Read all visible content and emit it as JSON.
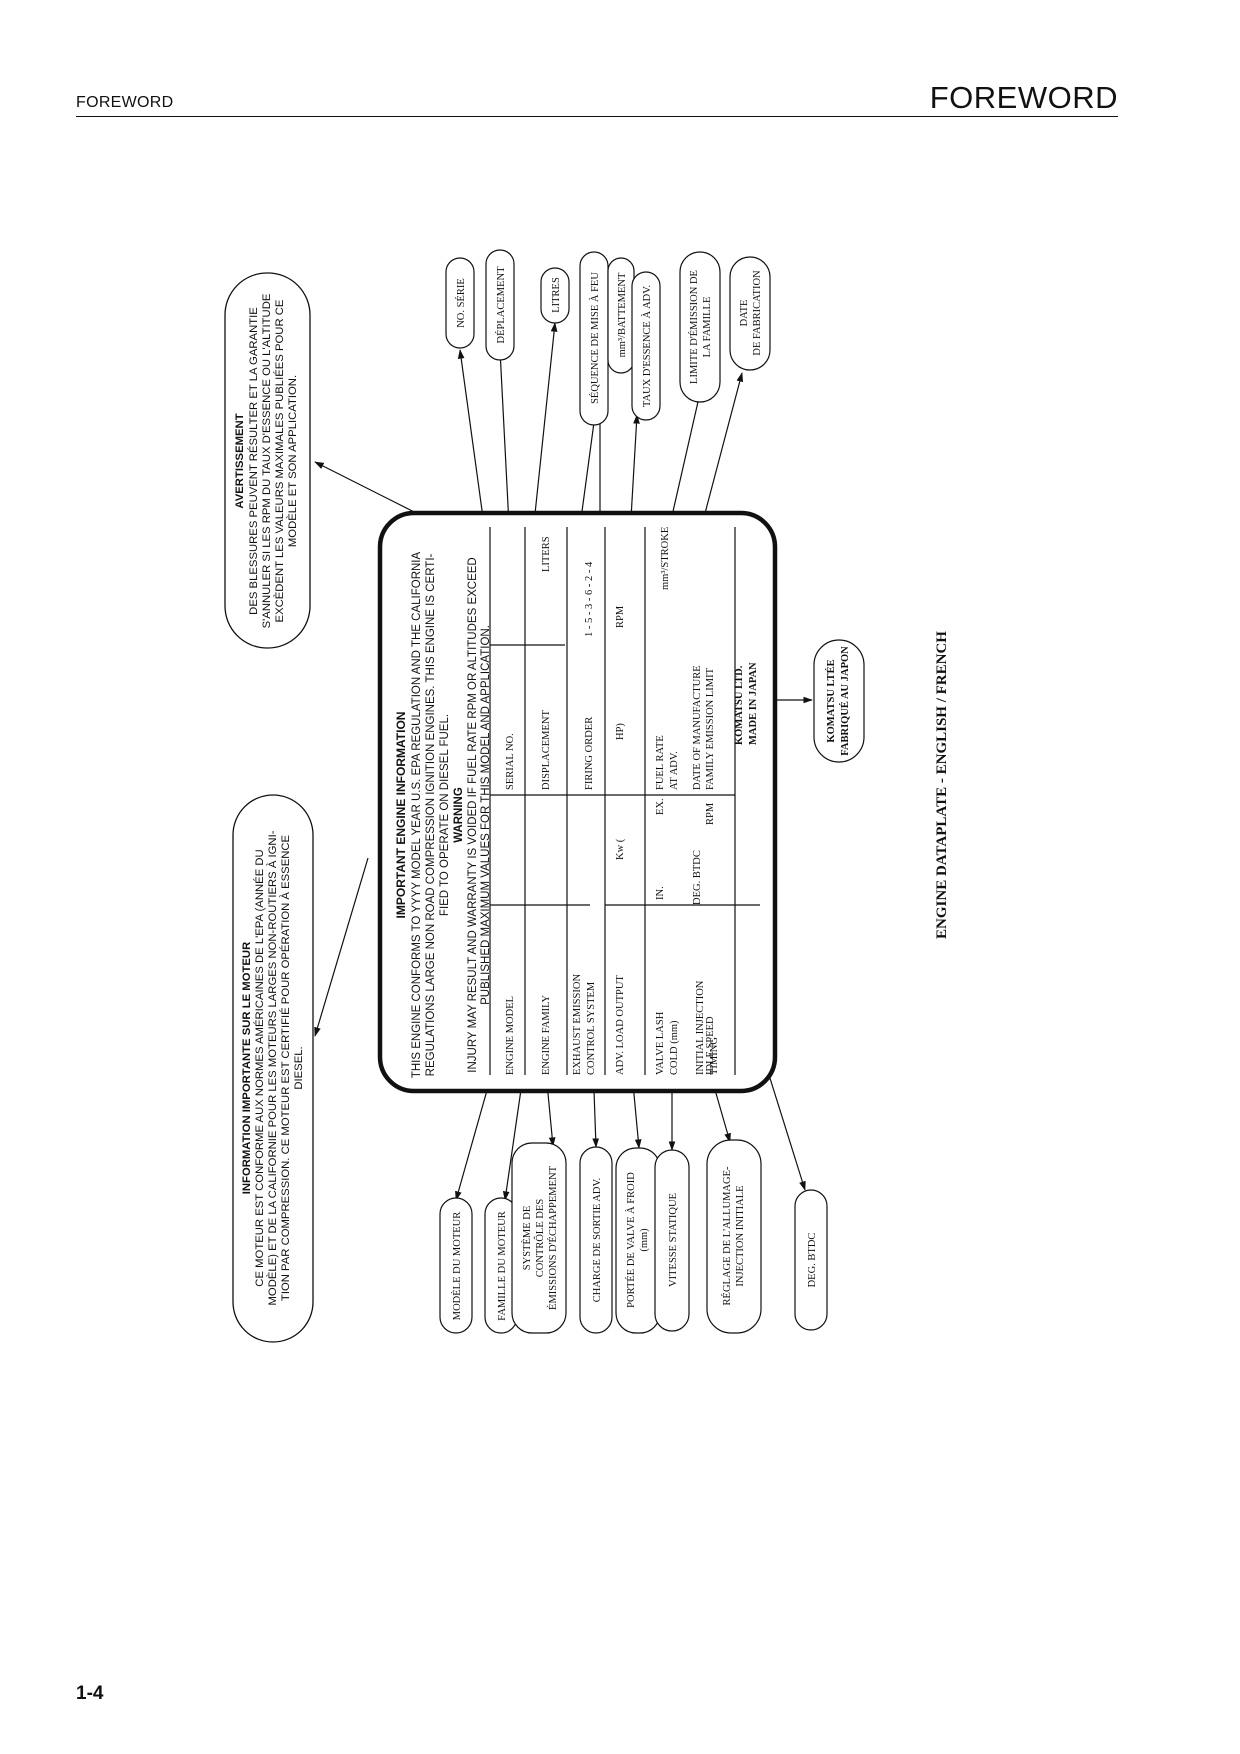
{
  "header": {
    "left": "FOREWORD",
    "right": "FOREWORD"
  },
  "page_number": "1-4",
  "caption": "ENGINE DATAPLATE - ENGLISH / FRENCH",
  "dataplate": {
    "title": "IMPORTANT ENGINE INFORMATION",
    "conform_lines": [
      "THIS ENGINE CONFORMS TO YYYY MODEL YEAR U.S. EPA REGULATION AND THE CALIFORNIA",
      "REGULATIONS LARGE NON ROAD COMPRESSION IGNITION ENGINES. THIS ENGINE IS CERTI-",
      "FIED TO OPERATE ON DIESEL FUEL."
    ],
    "warning_title": "WARNING",
    "warning_lines": [
      "INJURY MAY RESULT AND WARRANTY IS VOIDED IF FUEL RATE RPM OR ALTITUDES EXCEED",
      "PUBLISHED MAXIMUM VALUES FOR THIS MODEL AND APPLICATION."
    ],
    "cells": {
      "engine_model": "ENGINE MODEL",
      "serial_no": "SERIAL NO.",
      "engine_family": "ENGINE FAMILY",
      "displacement": "DISPLACEMENT",
      "liters": "LITERS",
      "exhaust_1": "EXHAUST EMISSION",
      "exhaust_2": "CONTROL SYSTEM",
      "firing_order": "FIRING ORDER",
      "firing_value": "1 - 5 - 3 - 6 - 2 - 4",
      "adv_load": "ADV. LOAD OUTPUT",
      "kw": "Kw  (",
      "hp": "HP)",
      "rpm_unit": "RPM",
      "valve_1": "VALVE LASH",
      "valve_2": "COLD (mm)",
      "in": "IN.",
      "ex": "EX.",
      "fuel_1": "FUEL RATE",
      "fuel_2": "AT ADV.",
      "mm3": "mm³/STROKE",
      "idle": "IDLE SPEED",
      "rpm2": "RPM",
      "family_limit": "FAMILY EMISSION LIMIT",
      "inj_1": "INITIAL INJECTION",
      "inj_2": "TIMING",
      "deg_btdc": "DEG. BTDC",
      "date_mfg": "DATE OF MANUFACTURE",
      "komatsu_1": "KOMATSU LTD.",
      "komatsu_2": "MADE IN JAPAN"
    }
  },
  "callouts": {
    "info_title": "INFORMATION IMPORTANTE SUR LE MOTEUR",
    "info_lines": [
      "CE MOTEUR EST CONFORME AUX NORMES AMÉRICAINES DE L'EPA (ANNÉE DU",
      "MODÈLE) ET DE LA CALIFORNIE POUR LES MOTEURS LARGES NON-ROUTIERS À IGNI-",
      "TION PAR COMPRESSION.  CE MOTEUR EST CERTIFIÉ POUR OPÉRATION À ESSENCE",
      "DIESEL."
    ],
    "avert_title": "AVERTISSEMENT",
    "avert_lines": [
      "DES BLESSURES PEUVENT RÉSULTER ET LA GARANTIE",
      "S'ANNULER SI LES RPM DU TAUX D'ESSENCE OU L'ALTITUDE",
      "EXCÈDENT LES VALEURS MAXIMALES PUBLIÉES POUR CE",
      "MODÈLE ET SON APPLICATION."
    ],
    "top": {
      "no_serie": "NO. SÉRIE",
      "deplacement": "DÉPLACEMENT",
      "litres": "LITRES",
      "sequence": "SÉQUENCE DE MISE À FEU",
      "battement": "mm³/BATTEMENT",
      "taux": "TAUX D'ESSENCE À ADV.",
      "limite_1": "LIMITE D'ÉMISSION DE",
      "limite_2": "LA FAMILLE",
      "date_1": "DATE",
      "date_2": "DE FABRICATION"
    },
    "bottom": {
      "modele": "MODÈLE DU MOTEUR",
      "famille": "FAMILLE DU MOTEUR",
      "systeme_1": "SYSTÈME DE",
      "systeme_2": "CONTRÔLE DES",
      "systeme_3": "ÉMISSIONS D'ÉCHAPPEMENT",
      "charge": "CHARGE DE SORTIE ADV.",
      "portee_1": "PORTÉE DE VALVE À FROID",
      "portee_2": "(mm)",
      "vitesse": "VITESSE STATIQUE",
      "reglage_1": "RÉGLAGE DE L'ALLUMAGE-",
      "reglage_2": "INJECTION INITIALE",
      "deg": "DEG. BTDC"
    },
    "komatsu_1": "KOMATSU LTÉE",
    "komatsu_2": "FABRIQUÉ AU JAPON"
  }
}
